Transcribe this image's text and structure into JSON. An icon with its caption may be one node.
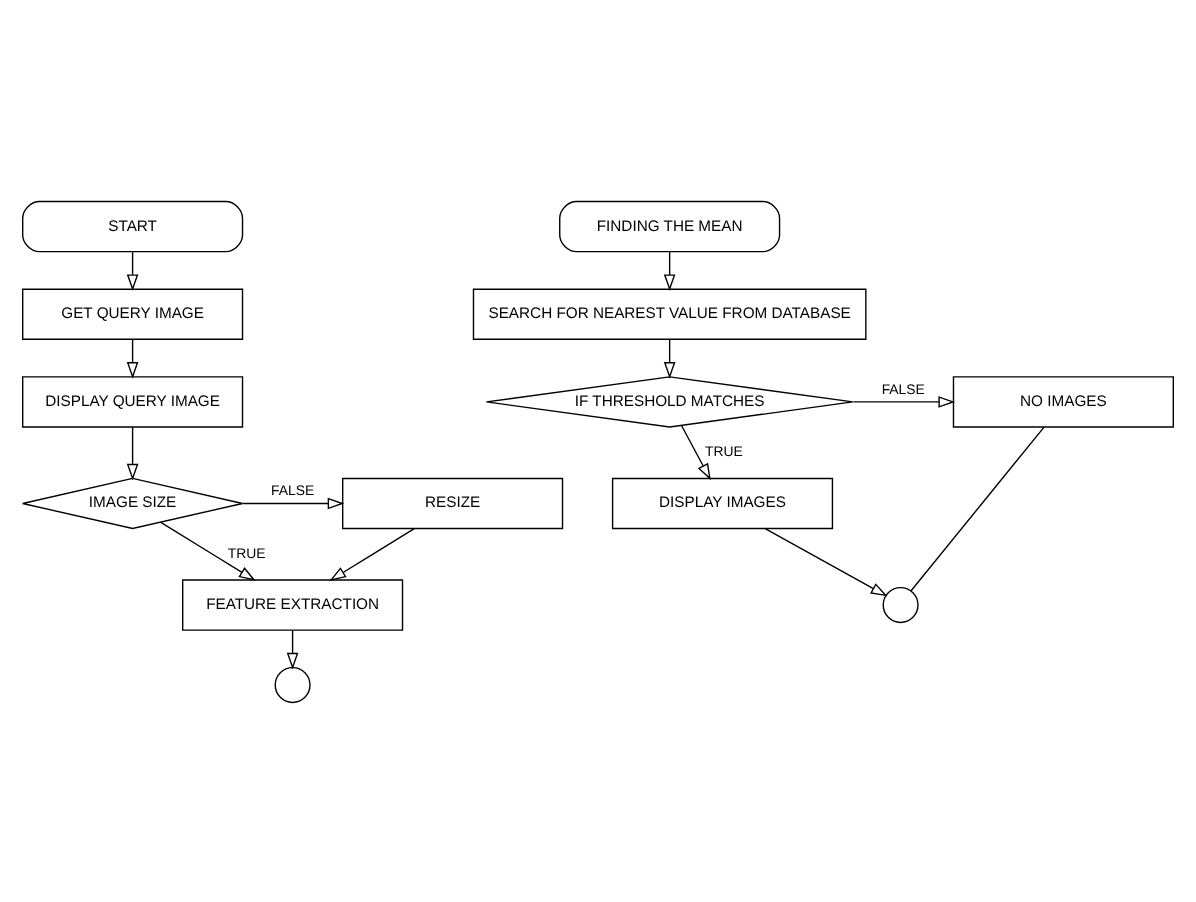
{
  "diagram": {
    "nodes": [
      {
        "text": [
          "START"
        ]
      },
      {
        "text": [
          "GET QUERY IMAGE"
        ]
      },
      {
        "text": [
          "DISPLAY QUERY IMAGE"
        ]
      },
      {
        "text": [
          "IMAGE SIZE"
        ]
      },
      {
        "text": [
          "RESIZE"
        ]
      },
      {
        "text": [
          "FEATURE EXTRACTION"
        ]
      },
      {
        "text": [],
        "shape": "circle"
      },
      {
        "text": [
          "FINDING THE MEAN"
        ]
      },
      {
        "text": [
          "SEARCH FOR NEAREST VALUE FROM DATABASE"
        ]
      },
      {
        "text": [
          "IF THRESHOLD MATCHES"
        ]
      },
      {
        "text": [
          "NO IMAGES"
        ]
      },
      {
        "text": [
          "DISPLAY IMAGES"
        ]
      },
      {
        "text": [],
        "shape": "circle"
      }
    ],
    "edges": [
      {
        "from": 0,
        "to": 1,
        "arrow": "to"
      },
      {
        "from": 1,
        "to": 2,
        "arrow": "to"
      },
      {
        "from": 2,
        "to": 3,
        "arrow": "to"
      },
      {
        "from": 3,
        "to": 4,
        "arrow": "to",
        "label": "FALSE"
      },
      {
        "from": 3,
        "to": 5,
        "arrow": "to",
        "label": "TRUE"
      },
      {
        "from": 4,
        "to": 5,
        "arrow": "to"
      },
      {
        "from": 5,
        "to": 6,
        "arrow": "to"
      },
      {
        "from": 7,
        "to": 8,
        "arrow": "to"
      },
      {
        "from": 8,
        "to": 9,
        "arrow": "to"
      },
      {
        "from": 9,
        "to": 10,
        "arrow": "to",
        "label": "FALSE"
      },
      {
        "from": 9,
        "to": 11,
        "arrow": "to",
        "label": "TRUE"
      },
      {
        "from": 11,
        "to": 12,
        "arrow": "to"
      },
      {
        "from": 10,
        "to": 12,
        "arrow": "none"
      }
    ]
  }
}
